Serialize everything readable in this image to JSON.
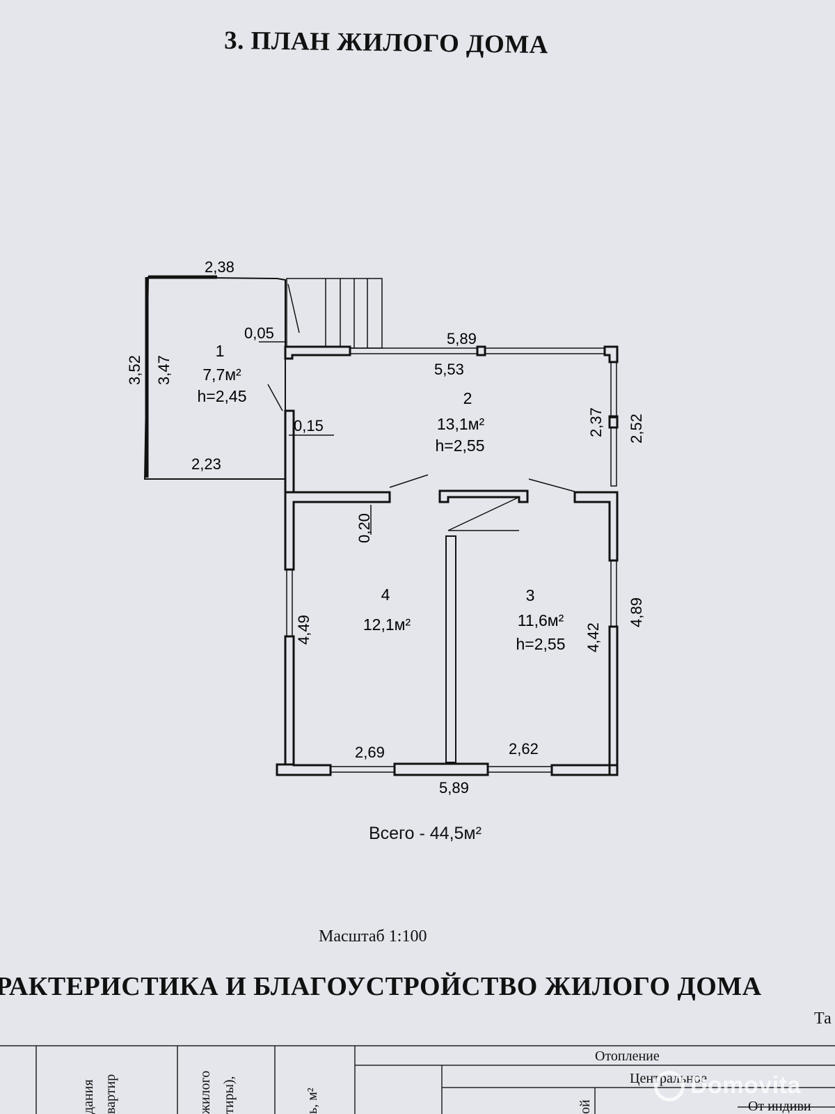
{
  "document": {
    "title": "3. ПЛАН ЖИЛОГО ДОМА",
    "total": "Всего - 44,5м²",
    "scale": "Масштаб 1:100",
    "section_title": "РАКТЕРИСТИКА И БЛАГОУСТРОЙСТВО ЖИЛОГО ДОМА",
    "table_label": "Та"
  },
  "rooms": [
    {
      "number": "1",
      "area": "7,7м²",
      "height": "h=2,45"
    },
    {
      "number": "2",
      "area": "13,1м²",
      "height": "h=2,55"
    },
    {
      "number": "3",
      "area": "11,6м²",
      "height": "h=2,55"
    },
    {
      "number": "4",
      "area": "12,1м²",
      "height": ""
    }
  ],
  "dimensions": {
    "porch_top": "2,38",
    "porch_outer_left": "3,52",
    "porch_inner_left": "3,47",
    "porch_offset": "0,05",
    "porch_bottom": "2,23",
    "wall_thickness": "0,15",
    "house_top_outer": "5,89",
    "house_top_inner": "5,53",
    "hall_right_inner": "2,37",
    "hall_right_outer": "2,52",
    "partition": "0,20",
    "room4_left": "4,49",
    "room3_right_inner": "4,42",
    "room3_right_outer": "4,89",
    "room4_bottom": "2,69",
    "room3_bottom": "2,62",
    "house_bottom": "5,89"
  },
  "table": {
    "col_heating": "Отопление",
    "col_central": "Центральное",
    "col_individual": "От индиви",
    "col_building": "дания",
    "col_apartments": "вартир",
    "col_living": "жилого",
    "col_floors": "тиры),",
    "col_area": "ь, м²",
    "col_other": "ой"
  },
  "watermark": "Domovita"
}
